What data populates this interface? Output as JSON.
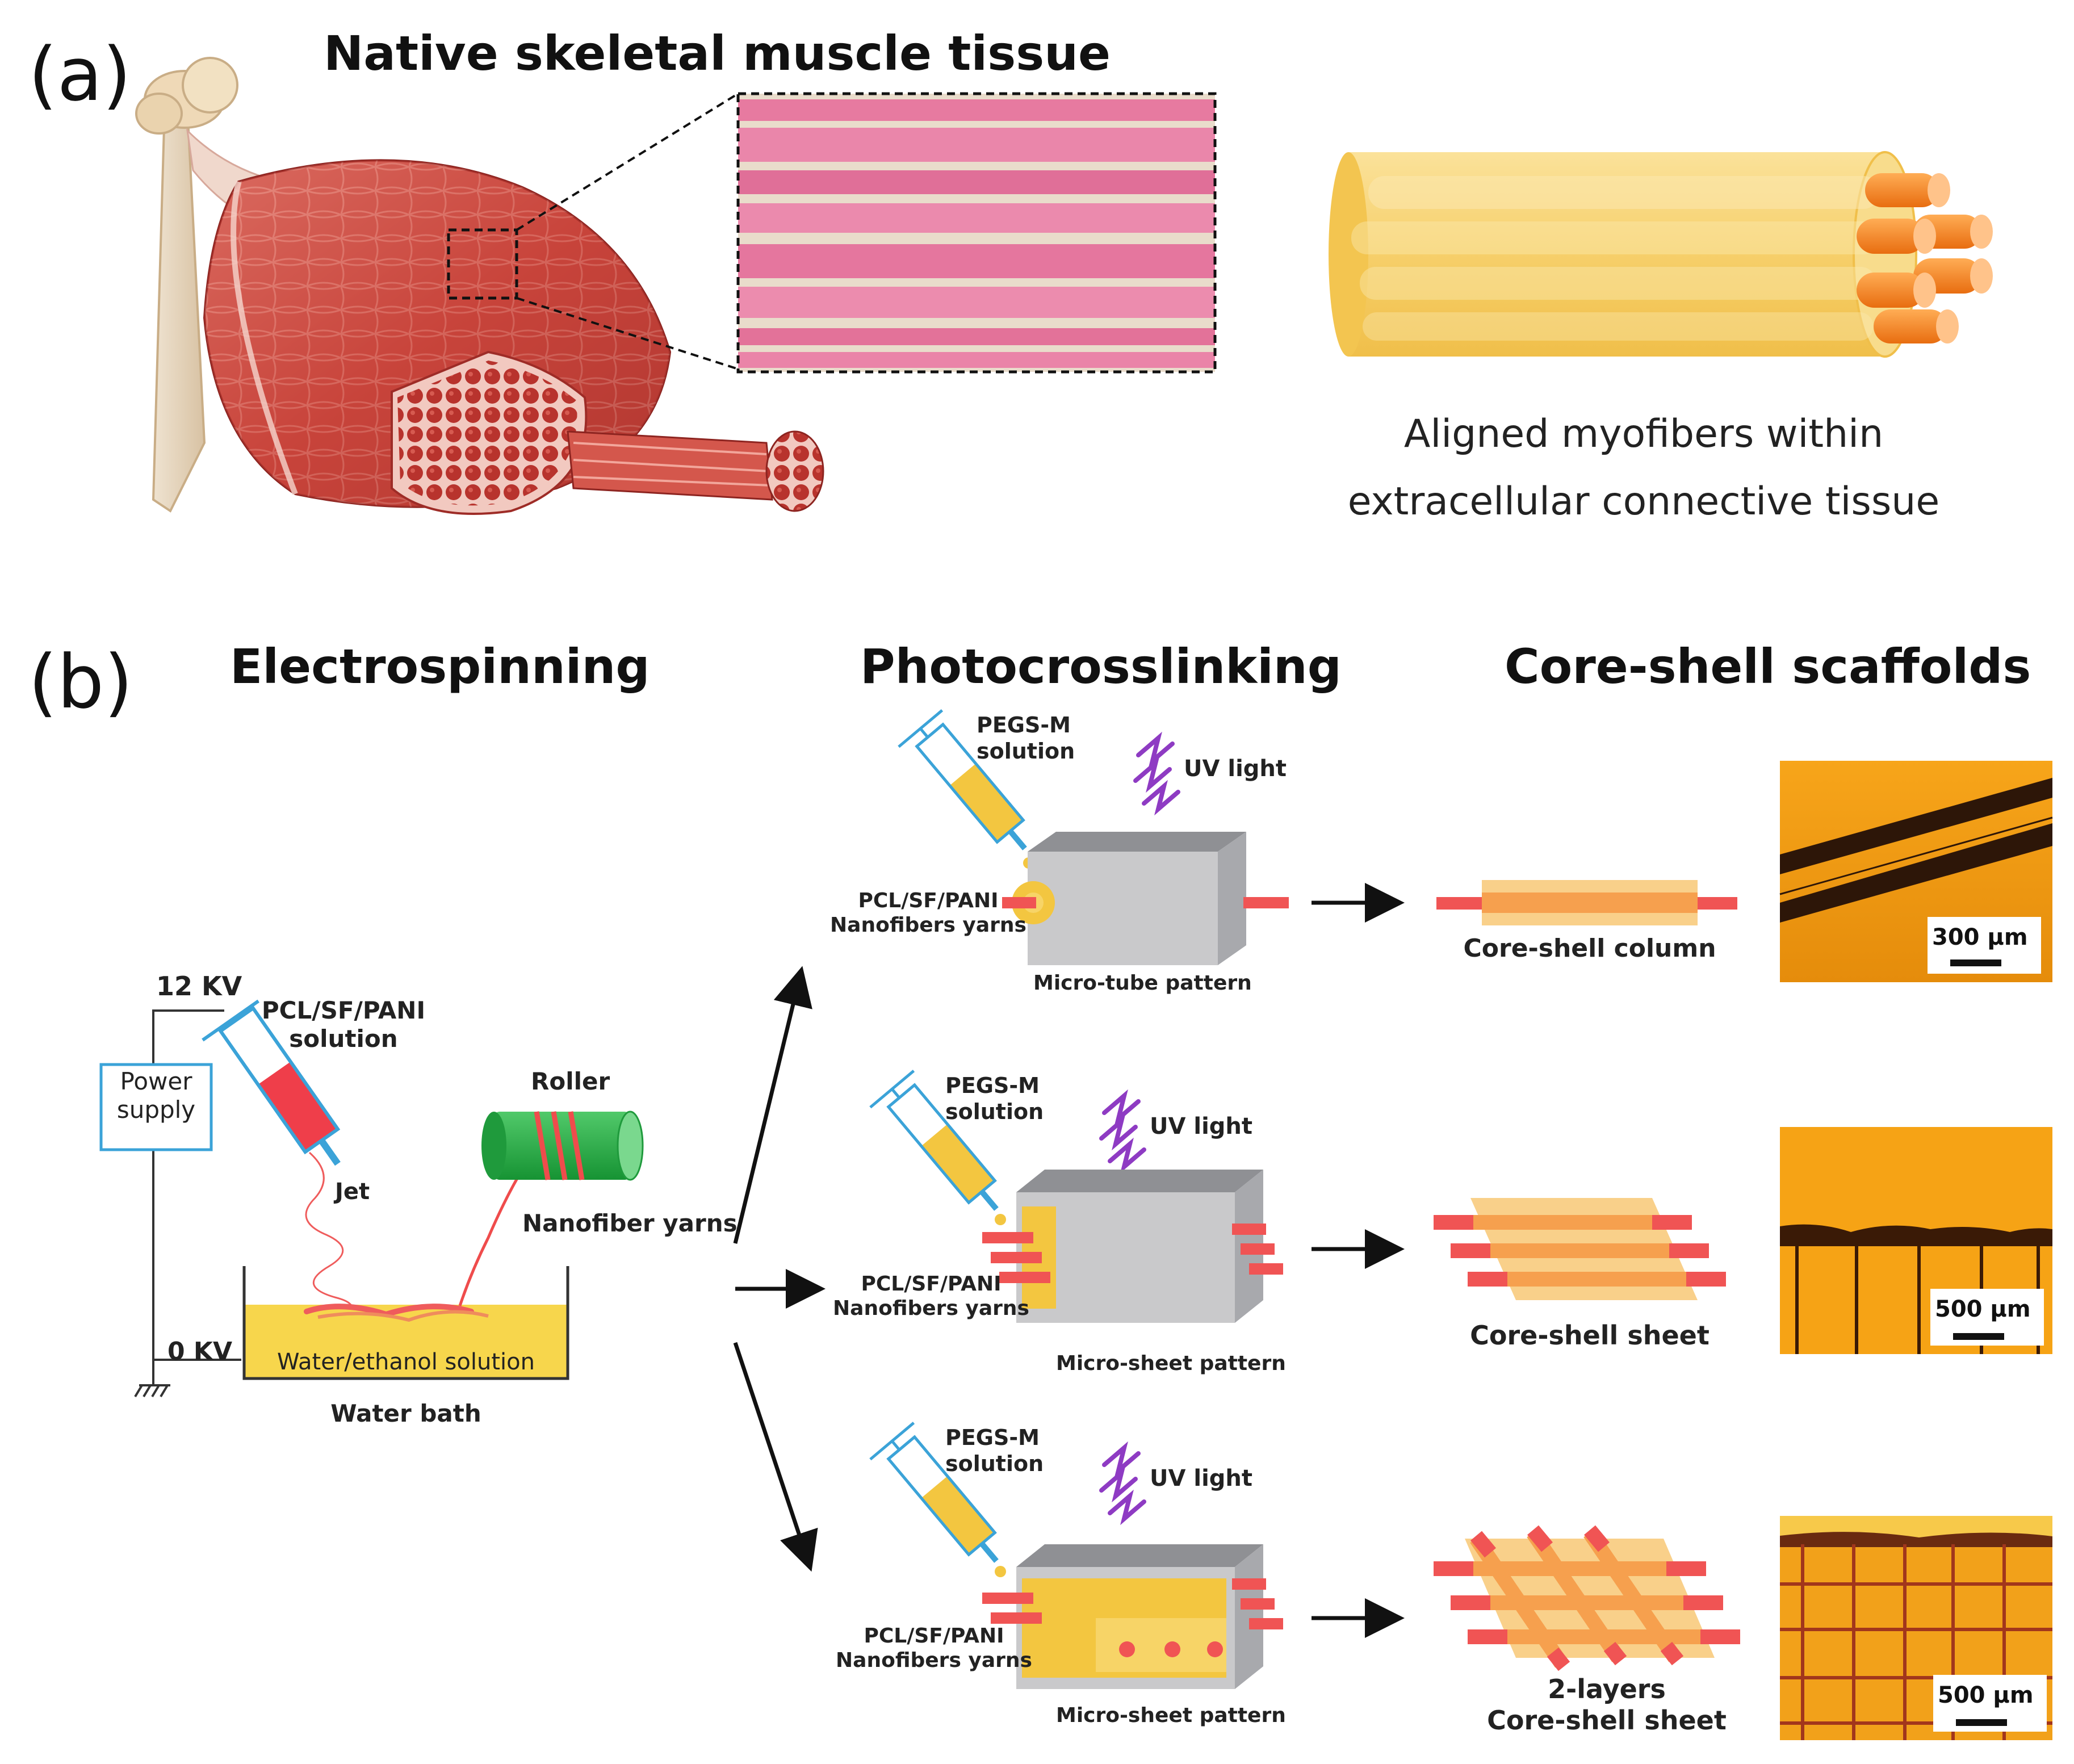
{
  "panel_a": {
    "label": "(a)",
    "title": "Native skeletal muscle tissue",
    "caption_line1": "Aligned myofibers within",
    "caption_line2": "extracellular connective tissue"
  },
  "panel_b": {
    "label": "(b)",
    "section_titles": {
      "electrospinning": "Electrospinning",
      "photocrosslinking": "Photocrosslinking",
      "scaffolds": "Core-shell scaffolds"
    },
    "electrospinning": {
      "voltage_high": "12 KV",
      "voltage_low": "0 KV",
      "power_supply_line1": "Power",
      "power_supply_line2": "supply",
      "solution_line1": "PCL/SF/PANI",
      "solution_line2": "solution",
      "jet": "Jet",
      "roller": "Roller",
      "nanofiber_yarns": "Nanofiber yarns",
      "bath_solution": "Water/ethanol solution",
      "water_bath": "Water bath"
    },
    "rows": [
      {
        "syringe_line1": "PEGS-M",
        "syringe_line2": "solution",
        "uv": "UV light",
        "yarn_line1": "PCL/SF/PANI",
        "yarn_line2": "Nanofibers yarns",
        "pattern": "Micro-tube pattern",
        "product_line1": "Core-shell column",
        "product_line2": "",
        "scale": "300 μm"
      },
      {
        "syringe_line1": "PEGS-M",
        "syringe_line2": "solution",
        "uv": "UV light",
        "yarn_line1": "PCL/SF/PANI",
        "yarn_line2": "Nanofibers yarns",
        "pattern": "Micro-sheet pattern",
        "product_line1": "Core-shell sheet",
        "product_line2": "",
        "scale": "500 μm"
      },
      {
        "syringe_line1": "PEGS-M",
        "syringe_line2": "solution",
        "uv": "UV light",
        "yarn_line1": "PCL/SF/PANI",
        "yarn_line2": "Nanofibers yarns",
        "pattern": "Micro-sheet pattern",
        "product_line1": "2-layers",
        "product_line2": "Core-shell sheet",
        "scale": "500 μm"
      }
    ]
  },
  "colors": {
    "muscle": "#c8443b",
    "muscle_light": "#e07a6e",
    "histology_pink": "#e77aa0",
    "histology_gap": "#e9dccb",
    "ecm_yellow": "#f6cf6a",
    "myofiber_orange": "#f5821f",
    "yarn_red": "#f05454",
    "pegs_yellow": "#f3c640",
    "bath_yellow": "#f7d64c",
    "syringe_blue": "#3ba3d8",
    "uv_purple": "#8e3bc3",
    "roller_green": "#2db14a",
    "box_grey": "#c4c4c6",
    "micrograph_orange": "#f6a315"
  }
}
